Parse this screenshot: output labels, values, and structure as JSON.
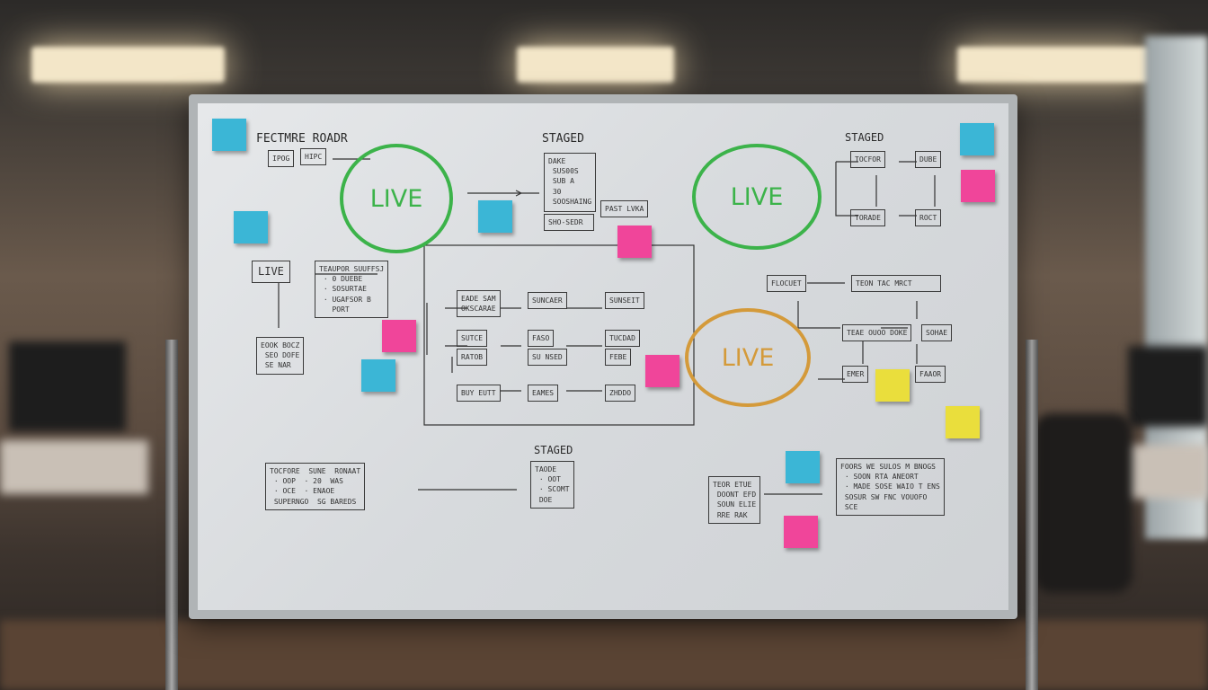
{
  "board": {
    "headings": [
      "FECTMRE ROADR",
      "STAGED",
      "STAGED",
      "STAGED"
    ],
    "circles": [
      {
        "label": "LIVE",
        "color": "#3cb34a"
      },
      {
        "label": "LIVE",
        "color": "#3cb34a"
      },
      {
        "label": "LIVE",
        "color": "#d49a3a"
      }
    ],
    "boxes": [
      "LIVE",
      "IPOG",
      "HIPC",
      "DAKE\n SUS00S\n SUB A\n 30\n SOOSHAING",
      "SHO-SEDR",
      "PAST LVKA",
      "TEAUPOR SUUFFSJ\n · 0 DUEBE\n · SOSURTAE\n · UGAFSOR B\n   PORT",
      "EOOK BOCZ\n SEO DOFE\n SE NAR",
      "EADE SAM\nOKSCARAE",
      "SUNCAER",
      "SUNSEIT",
      "SUTCE",
      "FASO",
      "TUCDAD",
      "RATOB",
      "SU NSED",
      "FEBE",
      "BUY EUTT",
      "EAMES",
      "ZHDDO",
      "TOCFOR",
      "DUBE",
      "TORADE",
      "ROCT",
      "FLOCUET",
      "TEON TAC MRCT",
      "TEAE OUOO DOKE",
      "SOHAE",
      "EMER",
      "FAAOR",
      "TOCFORE  SUNE  RONAAT\n · OOP  · 20  WAS\n · OCE  · ENAOE\n SUPERNGO  SG BAREDS",
      "TAODE\n · OOT\n · SCOMT\n DOE",
      "TEOR ETUE\n DOONT EFD\n SOUN ELIE\n RRE RAK",
      "FOORS WE SULOS M BNOGS\n · SOON RTA ANEORT\n · MADE SOSE WAIO T ENS\n SOSUR SW FNC VOUOFO\n SCE"
    ],
    "sticky_colors": {
      "blue": "#3bb6d6",
      "pink": "#f0459a",
      "yellow": "#eade3c"
    }
  }
}
